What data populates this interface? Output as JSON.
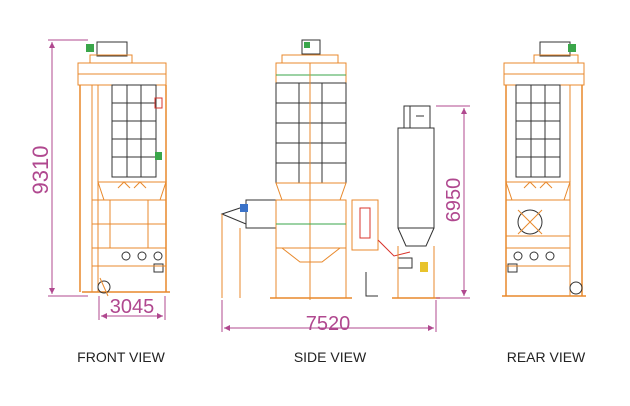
{
  "views": {
    "front": {
      "caption": "FRONT VIEW",
      "height_dim": "9310",
      "width_dim": "3045"
    },
    "side": {
      "caption": "SIDE VIEW",
      "width_dim": "7520",
      "height_dim": "6950"
    },
    "rear": {
      "caption": "REAR VIEW"
    }
  },
  "colors": {
    "frame": "#e8892c",
    "outline": "#333333",
    "dimension": "#b0488f",
    "accent_green": "#3aa64a",
    "accent_red": "#d8342c",
    "accent_blue": "#3a72c8"
  }
}
